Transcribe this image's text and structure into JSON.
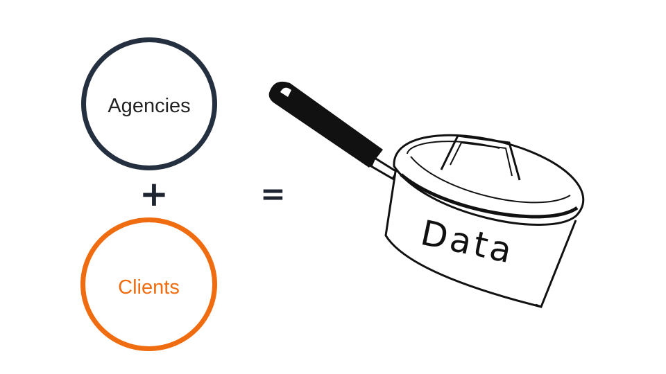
{
  "diagram": {
    "top_term": "Agencies",
    "plus_sign": "+",
    "bottom_term": "Clients",
    "equals_sign": "=",
    "result_label": "Data"
  },
  "colors": {
    "agencies": "#243040",
    "clients": "#ef6c10",
    "ink": "#111111"
  },
  "icons": {
    "result": "cooking-pot-icon"
  }
}
